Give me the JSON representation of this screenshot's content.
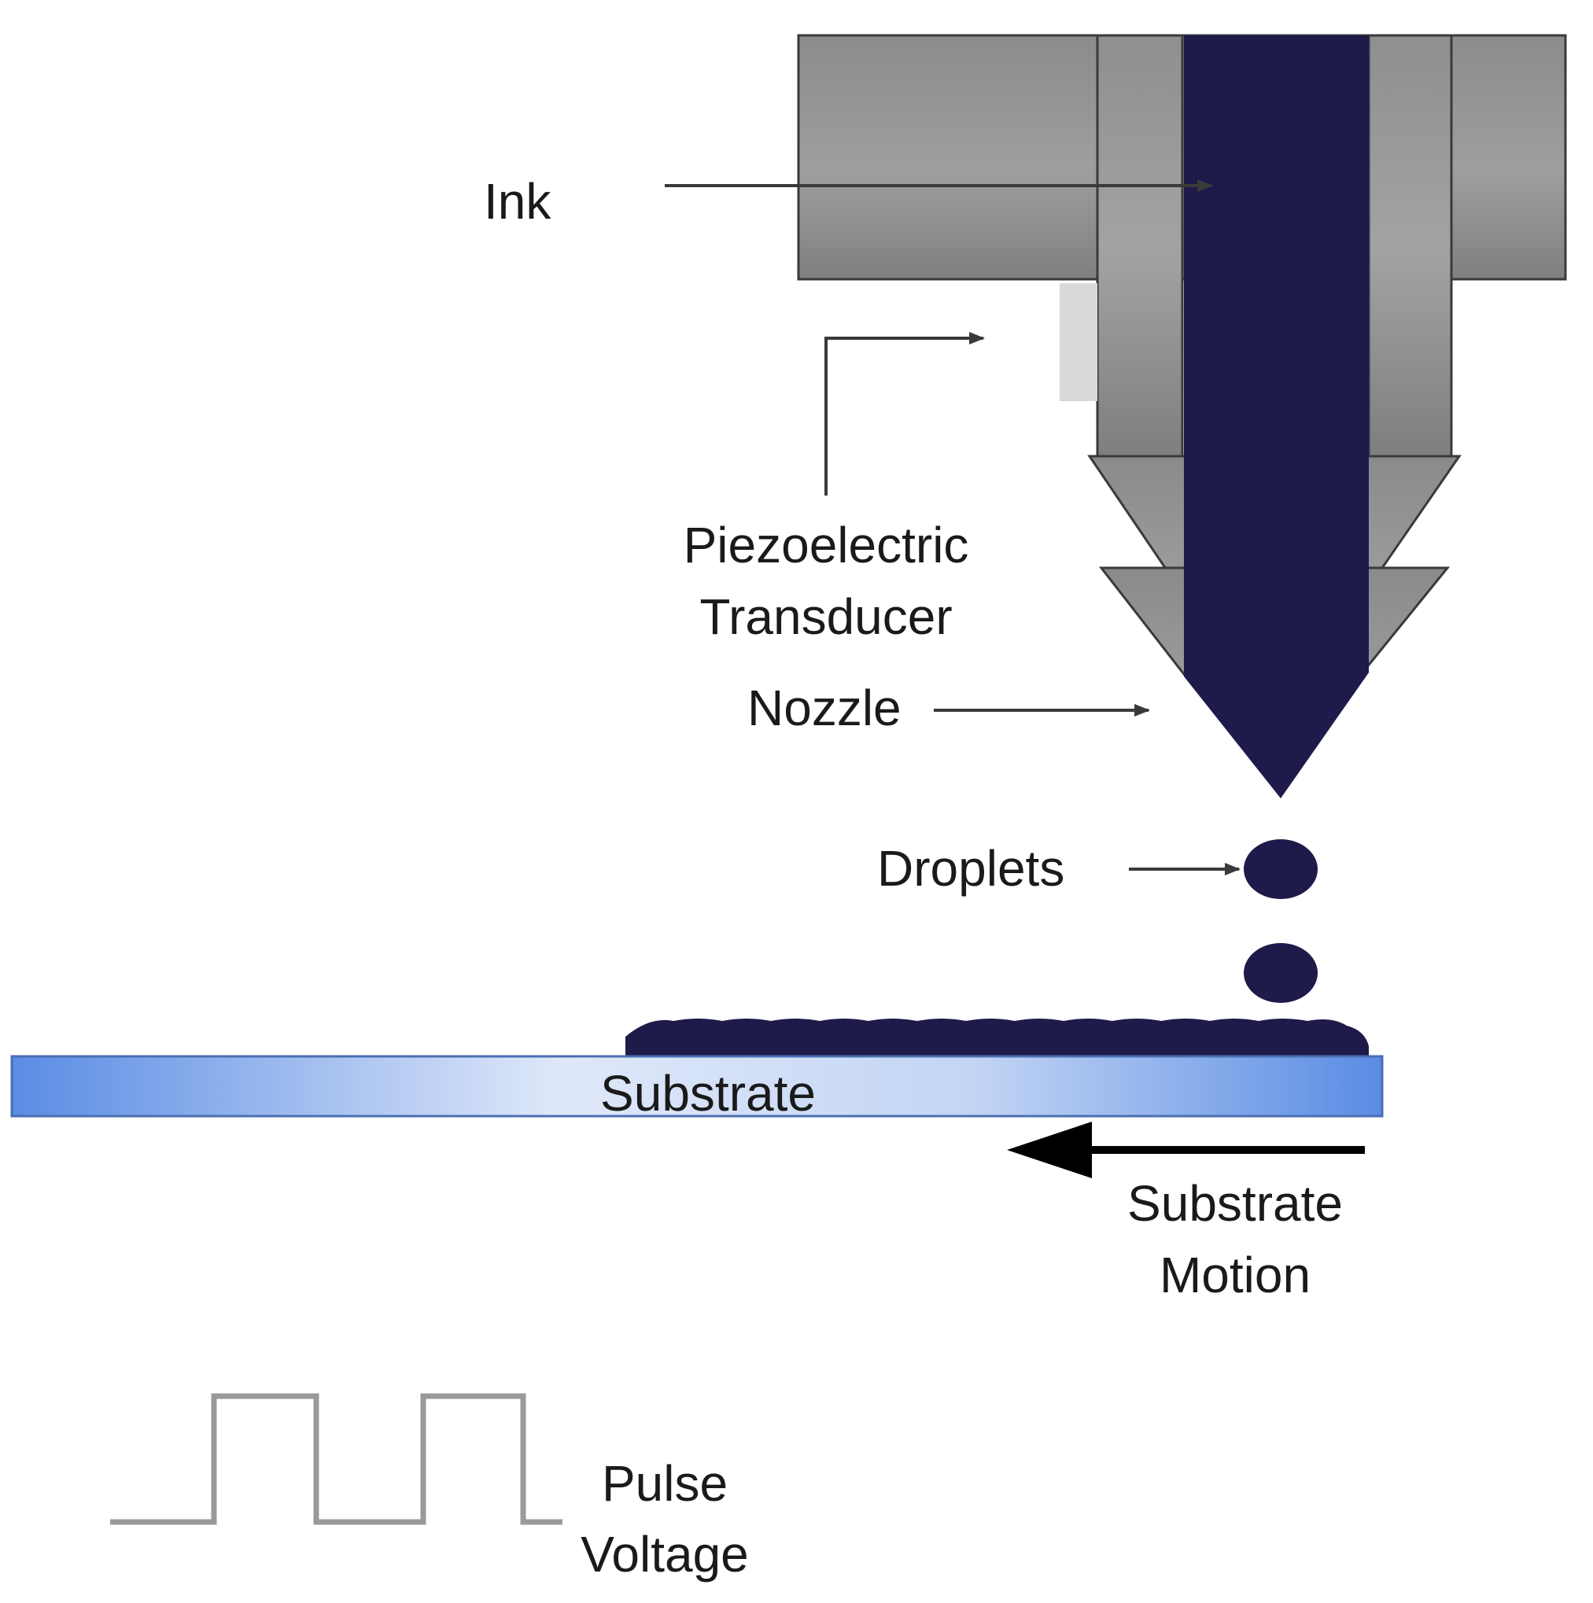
{
  "labels": {
    "ink": "Ink",
    "piezo_line1": "Piezoelectric",
    "piezo_line2": "Transducer",
    "nozzle": "Nozzle",
    "droplets": "Droplets",
    "substrate": "Substrate",
    "motion_line1": "Substrate",
    "motion_line2": "Motion",
    "pulse_line1": "Pulse",
    "pulse_line2": "Voltage"
  },
  "colors": {
    "ink": "#1e1a4a",
    "head_body": "#8a8a8a",
    "head_wall": "#9a9a9a",
    "transducer": "#d9d9d9",
    "substrate_light": "#dce6f8",
    "substrate_dark": "#5b8fe6",
    "leader_line": "#3a3a3a",
    "pulse_line": "#9a9a9a"
  }
}
